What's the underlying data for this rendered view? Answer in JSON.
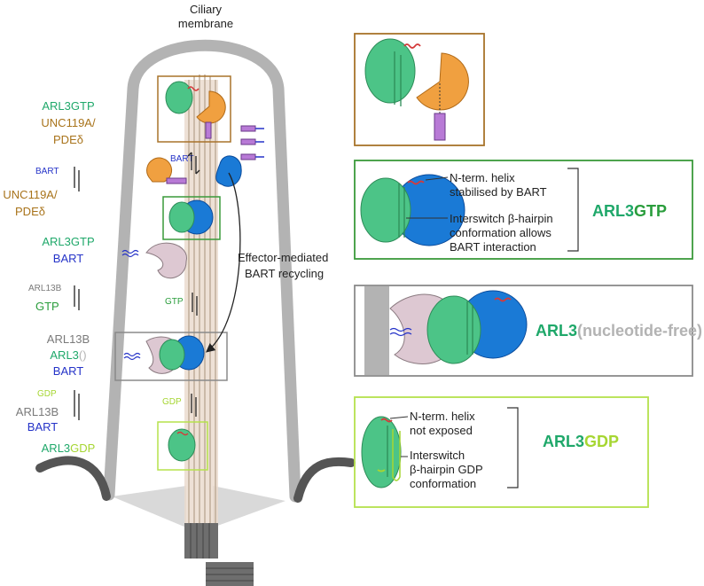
{
  "colors": {
    "arl3_green": "#1fa86a",
    "gtp_green": "#2a9d3c",
    "gdp_green": "#a6d632",
    "bart_blue": "#2533c8",
    "unc_orange": "#a8731a",
    "arl13b_grey": "#7a7a7a",
    "membrane_grey": "#b3b3b3",
    "box_brown": "#a8732a",
    "box_green": "#3a9a3a",
    "box_grey": "#8a8a8a",
    "box_lime": "#b5e24c"
  },
  "header": {
    "ciliary_line1": "Ciliary",
    "ciliary_line2": "membrane"
  },
  "left": {
    "s1_arl3gtp": "ARL3GTP",
    "s1_unc_line1": "UNC119A/",
    "s1_unc_line2": "PDEδ",
    "s2_bart": "BART",
    "s2_unc_line1": "UNC119A/",
    "s2_unc_line2": "PDEδ",
    "s3_arl3gtp": "ARL3GTP",
    "s3_bart": "BART",
    "s4_arl13b": "ARL13B",
    "s4_gtp": "GTP",
    "s5_arl13b": "ARL13B",
    "s5_arl3_prefix": "ARL3",
    "s5_arl3_suffix": "()",
    "s5_bart": "BART",
    "s6_gdp": "GDP",
    "s6_arl13b": "ARL13B",
    "s6_bart": "BART",
    "s7_arl3": "ARL3",
    "s7_gdp": "GDP"
  },
  "cilium": {
    "bart_small": "BART",
    "gtp_small": "GTP",
    "gdp_small": "GDP",
    "effector_line1": "Effector-mediated",
    "effector_line2": "BART recycling"
  },
  "panels": {
    "gtp_line1": "N-term. helix",
    "gtp_line2": "stabilised by BART",
    "gtp_line3": "Interswitch β-hairpin",
    "gtp_line4": "conformation allows",
    "gtp_line5": "BART interaction",
    "gtp_title_prefix": "ARL3",
    "gtp_title_suffix": "GTP",
    "nf_title_prefix": "ARL3",
    "nf_title_suffix": "(nucleotide-free)",
    "gdp_line1": "N-term. helix",
    "gdp_line2": "not exposed",
    "gdp_line3": "Interswitch",
    "gdp_line4": "β-hairpin GDP",
    "gdp_line5": "conformation",
    "gdp_title_prefix": "ARL3",
    "gdp_title_suffix": "GDP"
  }
}
